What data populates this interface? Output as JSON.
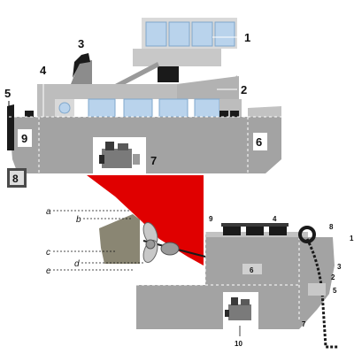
{
  "upper": {
    "labels": [
      "1",
      "2",
      "3",
      "4",
      "5",
      "6",
      "7",
      "8",
      "9"
    ]
  },
  "lower": {
    "letters": [
      "a",
      "b",
      "c",
      "d",
      "e"
    ],
    "labels": [
      "1",
      "2",
      "3",
      "4",
      "5",
      "6",
      "7",
      "8",
      "9",
      "10"
    ]
  },
  "colors": {
    "hull": "#a3a3a3",
    "hull_light": "#c2c2c2",
    "hull_dark": "#5f5f5f",
    "window": "#b9d3ec",
    "black": "#1a1a1a",
    "red": "#e00000",
    "rudder": "#8a8673",
    "dashed": "#ffffff"
  }
}
